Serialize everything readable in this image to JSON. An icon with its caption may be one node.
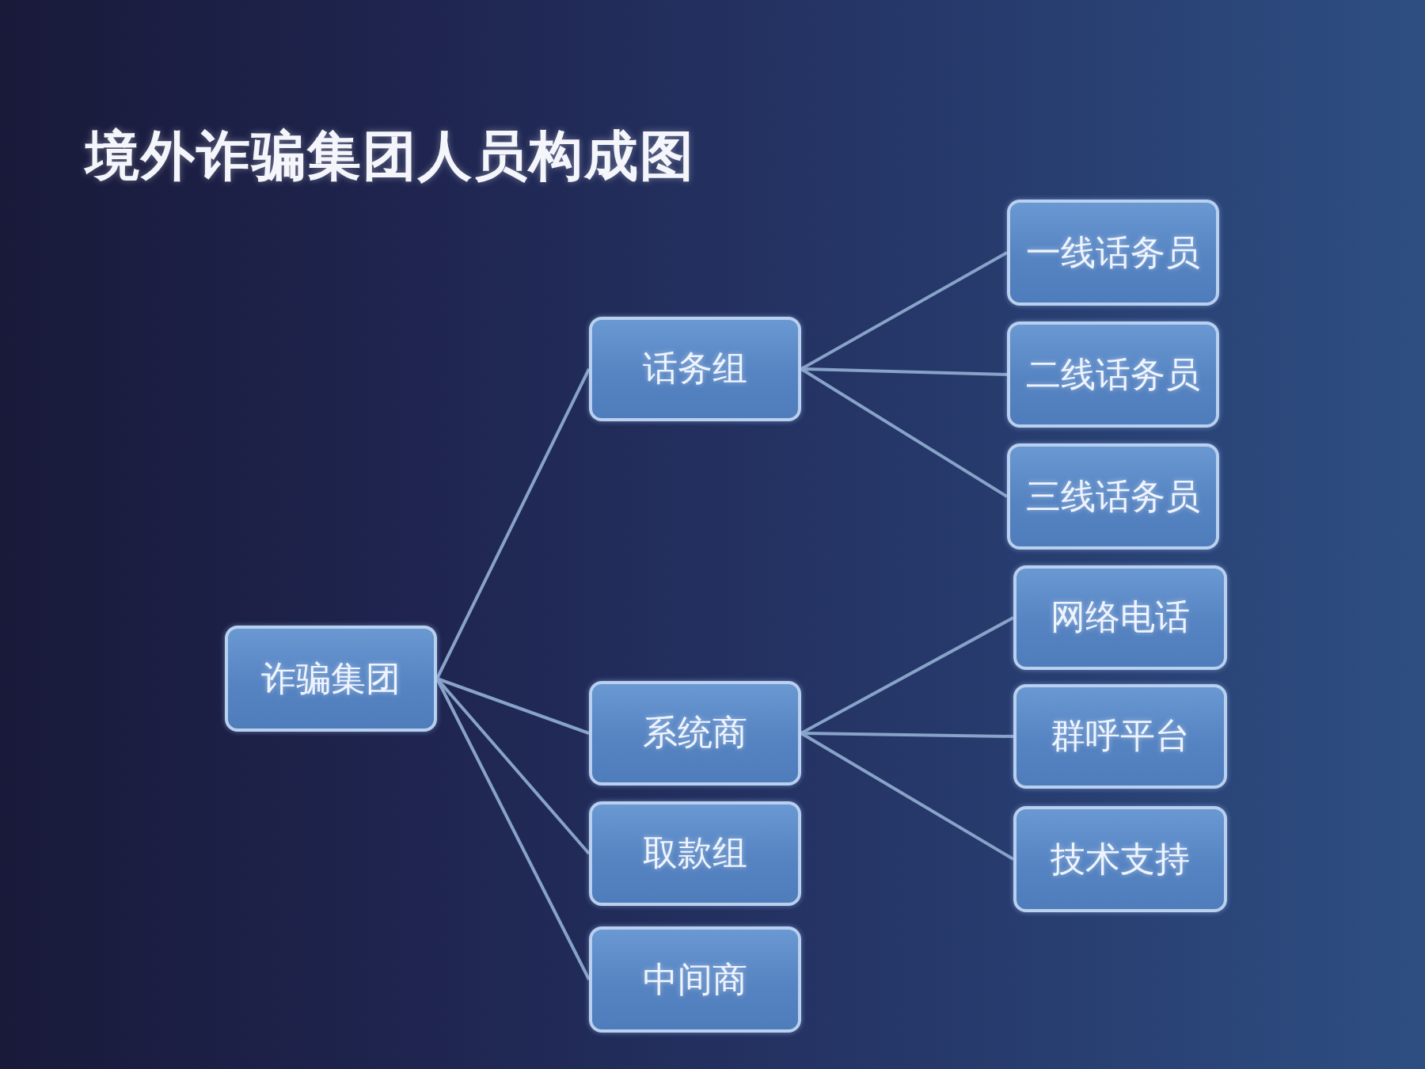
{
  "diagram": {
    "title": "境外诈骗集团人员构成图",
    "nodes": [
      {
        "text": [
          "诈骗集团"
        ]
      },
      {
        "text": [
          "话务组"
        ]
      },
      {
        "text": [
          "系统商"
        ]
      },
      {
        "text": [
          "取款组"
        ]
      },
      {
        "text": [
          "中间商"
        ]
      },
      {
        "text": [
          "一线话务员"
        ]
      },
      {
        "text": [
          "二线话务员"
        ]
      },
      {
        "text": [
          "三线话务员"
        ]
      },
      {
        "text": [
          "网络电话"
        ]
      },
      {
        "text": [
          "群呼平台"
        ]
      },
      {
        "text": [
          "技术支持"
        ]
      }
    ],
    "edges": [
      {
        "from": 0,
        "to": 1,
        "arrow": "none"
      },
      {
        "from": 0,
        "to": 2,
        "arrow": "none"
      },
      {
        "from": 0,
        "to": 3,
        "arrow": "none"
      },
      {
        "from": 0,
        "to": 4,
        "arrow": "none"
      },
      {
        "from": 1,
        "to": 5,
        "arrow": "none"
      },
      {
        "from": 1,
        "to": 6,
        "arrow": "none"
      },
      {
        "from": 1,
        "to": 7,
        "arrow": "none"
      },
      {
        "from": 2,
        "to": 8,
        "arrow": "none"
      },
      {
        "from": 2,
        "to": 9,
        "arrow": "none"
      },
      {
        "from": 2,
        "to": 10,
        "arrow": "none"
      }
    ]
  }
}
